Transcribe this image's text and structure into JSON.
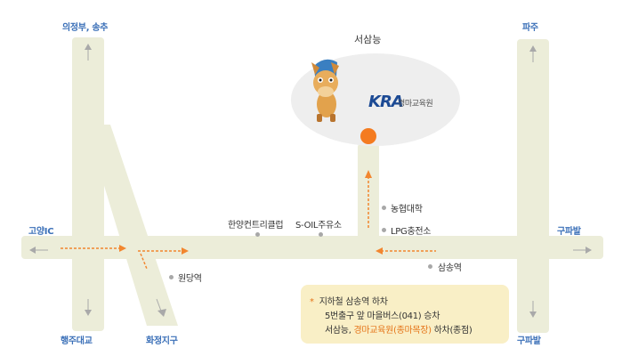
{
  "colors": {
    "road": "#ecedd9",
    "route_arrow": "#f2862f",
    "destination_dot": "#f47b20",
    "label_blue": "#3b70b8",
    "info_box": "#f9efc6",
    "highlight": "#e57418"
  },
  "directions": {
    "uijeongbu": "의정부, 송추",
    "paju": "파주",
    "goyang_ic": "고양IC",
    "gupabal_right": "구파발",
    "haengju": "행주대교",
    "hwajeong": "화정지구",
    "gupabal_bottom": "구파발"
  },
  "destination": {
    "label": "서삼능",
    "logo_text": "KRA",
    "name": "경마교육원"
  },
  "landmarks": {
    "country_club": "한양컨트리클럽",
    "soil": "S-OIL주유소",
    "nonghyup": "농협대학",
    "lpg": "LPG충전소",
    "samsong": "삼송역",
    "wondang": "원당역"
  },
  "info": {
    "marker": "*",
    "line1": "지하철 삼송역 하차",
    "line2": "5번출구 앞 마을버스(041) 승차",
    "line3_pre": "서삼능, ",
    "line3_highlight": "경마교육원(종마목장)",
    "line3_post": " 하차(종점)"
  },
  "icons": {
    "mascot": "horse-mascot-icon",
    "destination": "destination-marker-icon"
  }
}
